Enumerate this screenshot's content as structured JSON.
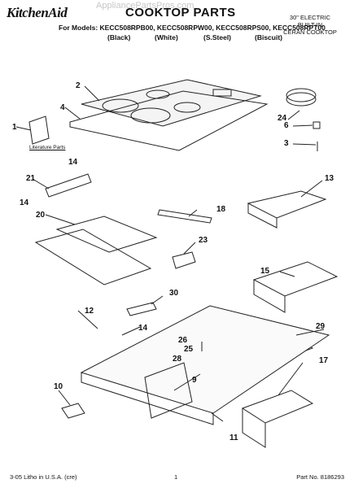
{
  "header": {
    "brand": "KitchenAid",
    "title": "COOKTOP PARTS",
    "watermark": "AppliancePartsPros.com",
    "models_line": "For Models: KECC508RPB00, KECC508RPW00, KECC508RPS00, KECC508RPT00",
    "finishes": [
      "(Black)",
      "(White)",
      "(S.Steel)",
      "(Biscuit)"
    ],
    "description": [
      "30\" ELECTRIC",
      "BUILT-IN",
      "CERAN COOKTOP"
    ]
  },
  "callouts": [
    "1",
    "2",
    "3",
    "4",
    "6",
    "9",
    "10",
    "11",
    "12",
    "13",
    "14",
    "14",
    "14",
    "15",
    "17",
    "18",
    "20",
    "21",
    "23",
    "24",
    "25",
    "26",
    "28",
    "29",
    "30"
  ],
  "labels": {
    "literature": "Literature Parts"
  },
  "footer": {
    "left": "3-05 Litho in U.S.A. (cre)",
    "center": "1",
    "right": "Part No. 8186293"
  }
}
